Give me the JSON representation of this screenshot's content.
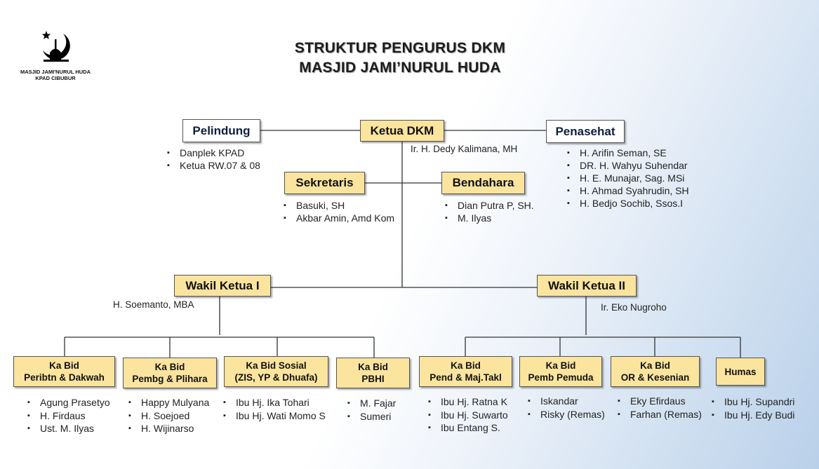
{
  "header": {
    "logo_text_line1": "MASJID JAMI'NURUL HUDA",
    "logo_text_line2": "KPAD CIBUBUR",
    "title_line1": "STRUKTUR PENGURUS DKM",
    "title_line2": "MASJID JAMI’NURUL HUDA"
  },
  "top": {
    "pelindung": {
      "label": "Pelindung",
      "members": [
        "Danplek KPAD",
        "Ketua RW.07 & 08"
      ]
    },
    "ketua": {
      "label": "Ketua DKM",
      "person": "Ir. H. Dedy Kalimana, MH"
    },
    "penasehat": {
      "label": "Penasehat",
      "members": [
        "H. Arifin Seman, SE",
        "DR. H. Wahyu Suhendar",
        "H. E. Munajar, Sag. MSi",
        "H. Ahmad Syahrudin, SH",
        "H. Bedjo Sochib, Ssos.I"
      ]
    },
    "sekretaris": {
      "label": "Sekretaris",
      "members": [
        "Basuki, SH",
        "Akbar Amin, Amd Kom"
      ]
    },
    "bendahara": {
      "label": "Bendahara",
      "members": [
        "Dian Putra P, SH.",
        "M. Ilyas"
      ]
    }
  },
  "wakil": {
    "w1": {
      "label": "Wakil Ketua I",
      "person": "H. Soemanto, MBA"
    },
    "w2": {
      "label": "Wakil Ketua II",
      "person": "Ir. Eko Nugroho"
    }
  },
  "bidang": [
    {
      "line1": "Ka Bid",
      "line2": "Peribtn & Dakwah",
      "members": [
        "Agung Prasetyo",
        "H. Firdaus",
        "Ust. M. Ilyas"
      ]
    },
    {
      "line1": "Ka Bid",
      "line2": "Pembg & Plihara",
      "members": [
        "Happy Mulyana",
        "H. Soejoed",
        "H. Wijinarso"
      ]
    },
    {
      "line1": "Ka Bid Sosial",
      "line2": "(ZIS, YP & Dhuafa)",
      "members": [
        "Ibu Hj. Ika Tohari",
        "Ibu Hj. Wati Momo S"
      ]
    },
    {
      "line1": "Ka Bid",
      "line2": "PBHI",
      "members": [
        "M. Fajar",
        "Sumeri"
      ]
    },
    {
      "line1": "Ka Bid",
      "line2": "Pend & Maj.Takl",
      "members": [
        "Ibu Hj. Ratna K",
        "Ibu Hj. Suwarto",
        "Ibu Entang S."
      ]
    },
    {
      "line1": "Ka Bid",
      "line2": "Pemb Pemuda",
      "members": [
        "Iskandar",
        "Risky (Remas)"
      ]
    },
    {
      "line1": "Ka Bid",
      "line2": "OR & Kesenian",
      "members": [
        "Eky Efirdaus",
        "Farhan (Remas)"
      ]
    },
    {
      "line1": "Humas",
      "line2": "",
      "members": [
        "Ibu Hj. Supandri",
        "Ibu Hj. Edy Budi"
      ]
    }
  ],
  "colors": {
    "box_fill": "#fbe49e",
    "title_navy": "#0f1e3c"
  }
}
